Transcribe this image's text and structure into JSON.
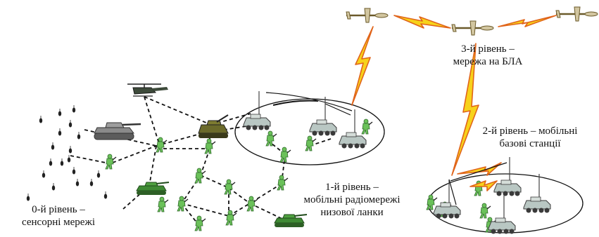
{
  "levels": {
    "level0": {
      "line1": "0-й рівень –",
      "line2": "сенсорні мережі"
    },
    "level1": {
      "line1": "1-й рівень –",
      "line2": "мобільні радіомережі",
      "line3": "низової ланки"
    },
    "level2": {
      "line1": "2-й рівень – мобільні",
      "line2": "базові станції"
    },
    "level3": {
      "line1": "3-й рівень –",
      "line2": "мережа на БЛА"
    }
  },
  "colors": {
    "link": "#111111",
    "lightning_fill": "#f7d21a",
    "lightning_stroke": "#e0641a",
    "tank_green": "#3f8a34",
    "tank_grey": "#8a8a8a",
    "vehicle_base": "#b9c7c3",
    "vehicle_dark": "#3a3a3a",
    "soldier": "#6bc15a",
    "uav": "#d2c6a0"
  },
  "icons": [
    "sensor-icon",
    "tank-icon",
    "helicopter-icon",
    "soldier-icon",
    "base-station-icon",
    "uav-icon",
    "lightning-link-icon"
  ]
}
